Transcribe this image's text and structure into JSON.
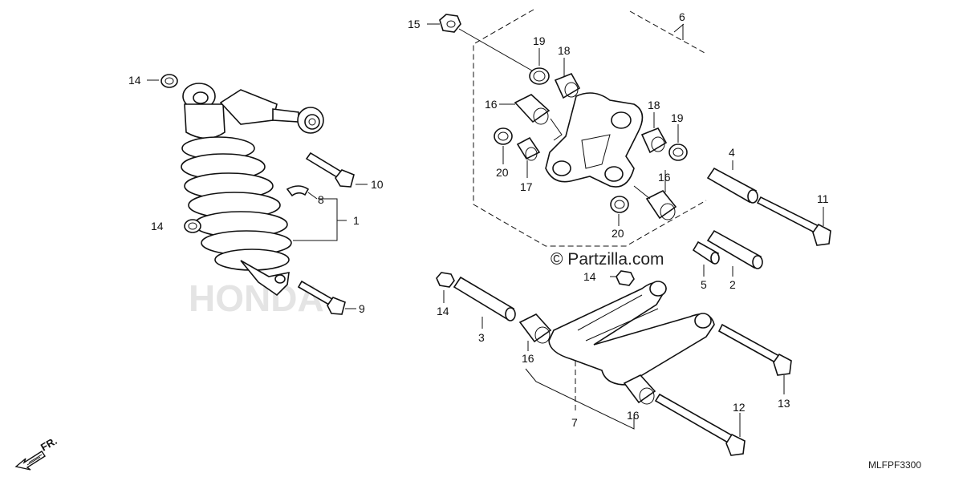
{
  "diagram": {
    "callouts": {
      "c1": "1",
      "c2": "2",
      "c3": "3",
      "c4": "4",
      "c5": "5",
      "c6": "6",
      "c7": "7",
      "c8": "8",
      "c9": "9",
      "c10": "10",
      "c11": "11",
      "c12": "12",
      "c13": "13",
      "c14a": "14",
      "c14b": "14",
      "c14c": "14",
      "c14d": "14",
      "c15": "15",
      "c16a": "16",
      "c16b": "16",
      "c16c": "16",
      "c16d": "16",
      "c17": "17",
      "c18a": "18",
      "c18b": "18",
      "c19a": "19",
      "c19b": "19",
      "c20a": "20",
      "c20b": "20"
    },
    "watermark": "© Partzilla.com",
    "diagram_code": "MLFPF3300",
    "front_indicator": "FR."
  }
}
